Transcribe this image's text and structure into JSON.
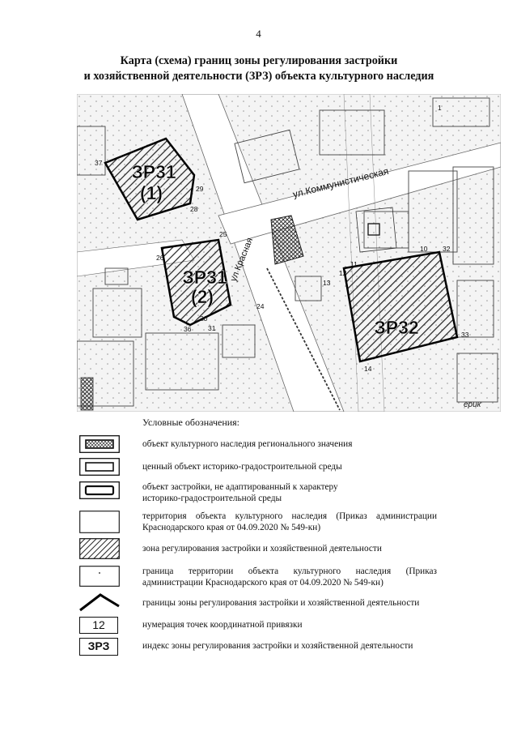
{
  "page_number": "4",
  "title": {
    "line1": "Карта (схема) границ зоны регулирования застройки",
    "line2": "и хозяйственной деятельности (ЗРЗ) объекта культурного наследия"
  },
  "map": {
    "zones": [
      {
        "line1": "ЗР31",
        "line2": "(1)"
      },
      {
        "line1": "ЗР31",
        "line2": "(2)"
      },
      {
        "line1": "ЗР32"
      }
    ],
    "streets": [
      "ул.Коммунистическая",
      "ул Красная",
      "ерик"
    ],
    "points": [
      "1",
      "10",
      "11",
      "12",
      "13",
      "14",
      "24",
      "25",
      "26",
      "28",
      "29",
      "30",
      "31",
      "32",
      "33",
      "36",
      "37"
    ]
  },
  "legend": {
    "heading": "Условные обозначения:",
    "items": [
      {
        "text": "объект культурного наследия регионального значения"
      },
      {
        "text": "ценный объект историко-градостроительной среды"
      },
      {
        "line1": "объект застройки, не адаптированный к характеру",
        "line2": "историко-градостроительной среды"
      },
      {
        "line1": "территория объекта культурного наследия (Приказ администрации",
        "line2": "Краснодарского края от 04.09.2020 № 549-кн)"
      },
      {
        "text": "зона регулирования застройки и хозяйственной деятельности"
      },
      {
        "line1": "граница территории объекта культурного наследия (Приказ",
        "line2": "администрации Краснодарского края от 04.09.2020 № 549-кн)"
      },
      {
        "text": "границы зоны регулирования застройки и хозяйственной деятельности"
      },
      {
        "text": "нумерация точек координатной привязки",
        "symbol": "12"
      },
      {
        "text": "индекс зоны регулирования застройки и хозяйственной деятельности",
        "symbol": "ЗРЗ"
      }
    ]
  }
}
